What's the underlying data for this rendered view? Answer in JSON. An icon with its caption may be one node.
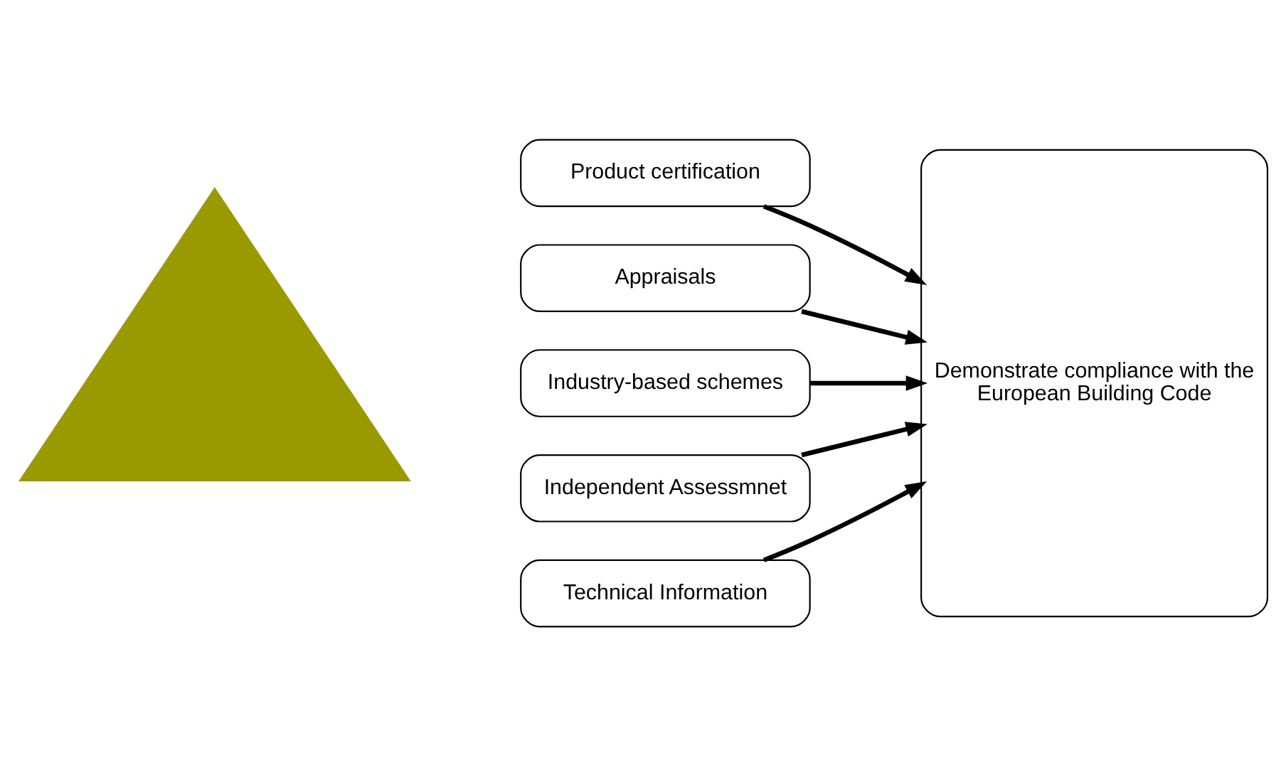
{
  "diagram": {
    "nodes": [
      {
        "text": [],
        "shape": "triangle"
      },
      {
        "text": [
          "Product certification"
        ]
      },
      {
        "text": [
          "Appraisals"
        ]
      },
      {
        "text": [
          "Industry-based schemes"
        ]
      },
      {
        "text": [
          "Independent Assessmnet"
        ]
      },
      {
        "text": [
          "Technical Information"
        ]
      },
      {
        "text": [
          "Demonstrate compliance with the European Building Code"
        ]
      }
    ],
    "edges": [
      {
        "from": 1,
        "to": 6,
        "arrow": "to"
      },
      {
        "from": 2,
        "to": 6,
        "arrow": "to"
      },
      {
        "from": 3,
        "to": 6,
        "arrow": "to"
      },
      {
        "from": 4,
        "to": 6,
        "arrow": "to"
      },
      {
        "from": 5,
        "to": 6,
        "arrow": "to"
      }
    ]
  }
}
